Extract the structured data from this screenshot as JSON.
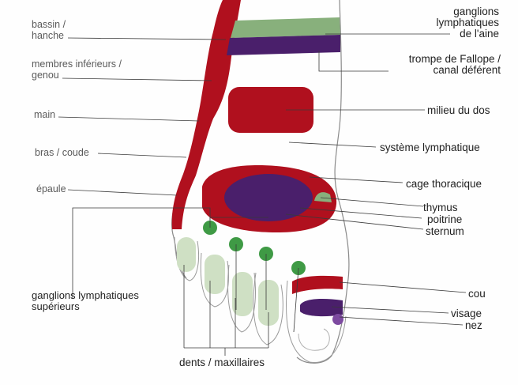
{
  "labels": {
    "bassin_hanche": "bassin /\nhanche",
    "membres_inferieurs_genou": "membres inférieurs /\ngenou",
    "main": "main",
    "bras_coude": "bras / coude",
    "epaule": "épaule",
    "ganglions_lymphatiques_superieurs": "ganglions lymphatiques\nsupérieurs",
    "ganglions_lymphatiques_aine": "ganglions\nlymphatiques\nde l'aine",
    "trompe_canal": "trompe de Fallope /\ncanal déférent",
    "milieu_du_dos": "milieu du dos",
    "systeme_lymphatique": "système lymphatique",
    "cage_thoracique": "cage thoracique",
    "thymus": "thymus",
    "poitrine": "poitrine",
    "sternum": "sternum",
    "cou": "cou",
    "visage": "visage",
    "nez": "nez",
    "dents_maxillaires": "dents / maxillaires"
  },
  "colors": {
    "red": "#b0101e",
    "purple": "#4a1f6b",
    "green": "#88b07c",
    "dot_green": "#3f9a45",
    "pale_green": "#cfe0c4",
    "outline": "#8a8a8a",
    "leader": "#3a3a3a"
  }
}
